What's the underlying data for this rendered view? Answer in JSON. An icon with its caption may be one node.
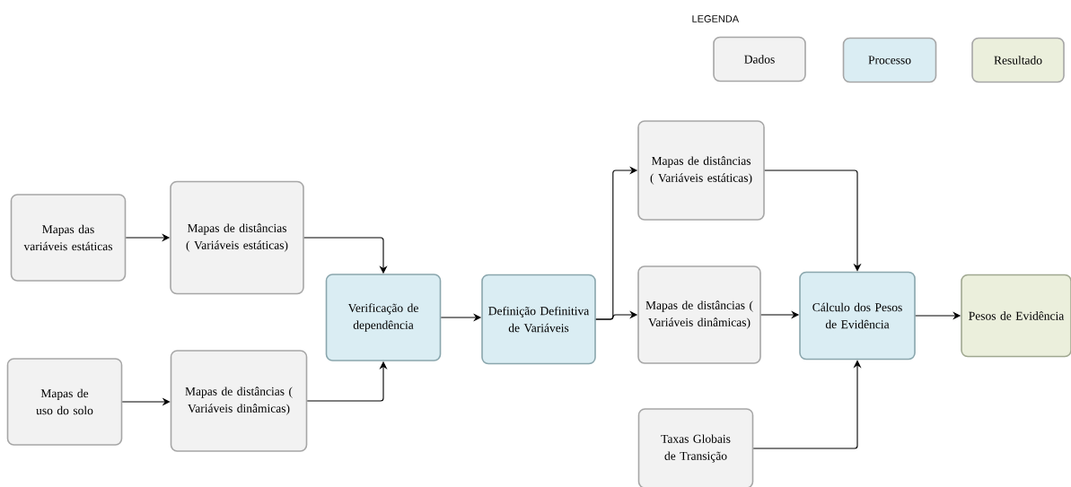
{
  "diagram": {
    "nodes": [
      {
        "text": [
          "Mapas das variáveis estáticas"
        ]
      },
      {
        "text": [
          "Mapas de distâncias ( Variáveis estáticas)"
        ]
      },
      {
        "text": [
          "Mapas de uso do solo"
        ]
      },
      {
        "text": [
          "Mapas de distâncias ( Variáveis dinâmicas)"
        ]
      },
      {
        "text": [
          "Verificação de dependência"
        ]
      },
      {
        "text": [
          "Definição Definitiva de Variáveis"
        ]
      },
      {
        "text": [
          "Mapas de distâncias ( Variáveis estáticas)"
        ]
      },
      {
        "text": [
          "Mapas de distâncias ( Variáveis dinâmicas)"
        ]
      },
      {
        "text": [
          "Cálculo dos Pesos de Evidência"
        ]
      },
      {
        "text": [
          "Pesos de Evidência"
        ]
      },
      {
        "text": [
          "Taxas Globais de Transição"
        ]
      }
    ],
    "edges": [
      {
        "from": 0,
        "to": 1,
        "arrow": "to"
      },
      {
        "from": 1,
        "to": 4,
        "arrow": "to"
      },
      {
        "from": 2,
        "to": 3,
        "arrow": "to"
      },
      {
        "from": 3,
        "to": 4,
        "arrow": "to"
      },
      {
        "from": 4,
        "to": 5,
        "arrow": "to"
      },
      {
        "from": 5,
        "to": 6,
        "arrow": "to"
      },
      {
        "from": 5,
        "to": 7,
        "arrow": "to"
      },
      {
        "from": 6,
        "to": 8,
        "arrow": "to"
      },
      {
        "from": 7,
        "to": 8,
        "arrow": "to"
      },
      {
        "from": 10,
        "to": 8,
        "arrow": "to"
      },
      {
        "from": 8,
        "to": 9,
        "arrow": "to"
      }
    ],
    "labels": [
      "LEGENDA"
    ],
    "legend": [
      {
        "text": "Dados",
        "color": "#f2f2f2"
      },
      {
        "text": "Processo",
        "color": "#daedf3"
      },
      {
        "text": "Resultado",
        "color": "#ebefdc"
      }
    ]
  }
}
